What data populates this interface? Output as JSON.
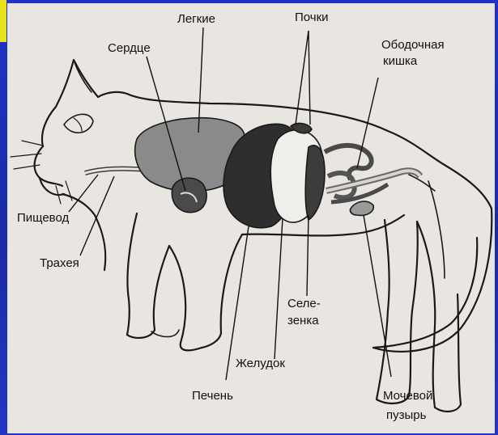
{
  "diagram": {
    "labels": {
      "lungs": "Легкие",
      "kidneys": "Почки",
      "heart": "Сердце",
      "colon_1": "Ободочная",
      "colon_2": "кишка",
      "esophagus": "Пищевод",
      "trachea": "Трахея",
      "spleen_1": "Селе-",
      "spleen_2": "зенка",
      "stomach": "Желудок",
      "liver": "Печень",
      "bladder_1": "Мочевой",
      "bladder_2": "пузырь"
    }
  },
  "colors": {
    "background": "#1f33c9",
    "accent_bar": "#e8e21a",
    "paper": "#e9e6e2"
  }
}
